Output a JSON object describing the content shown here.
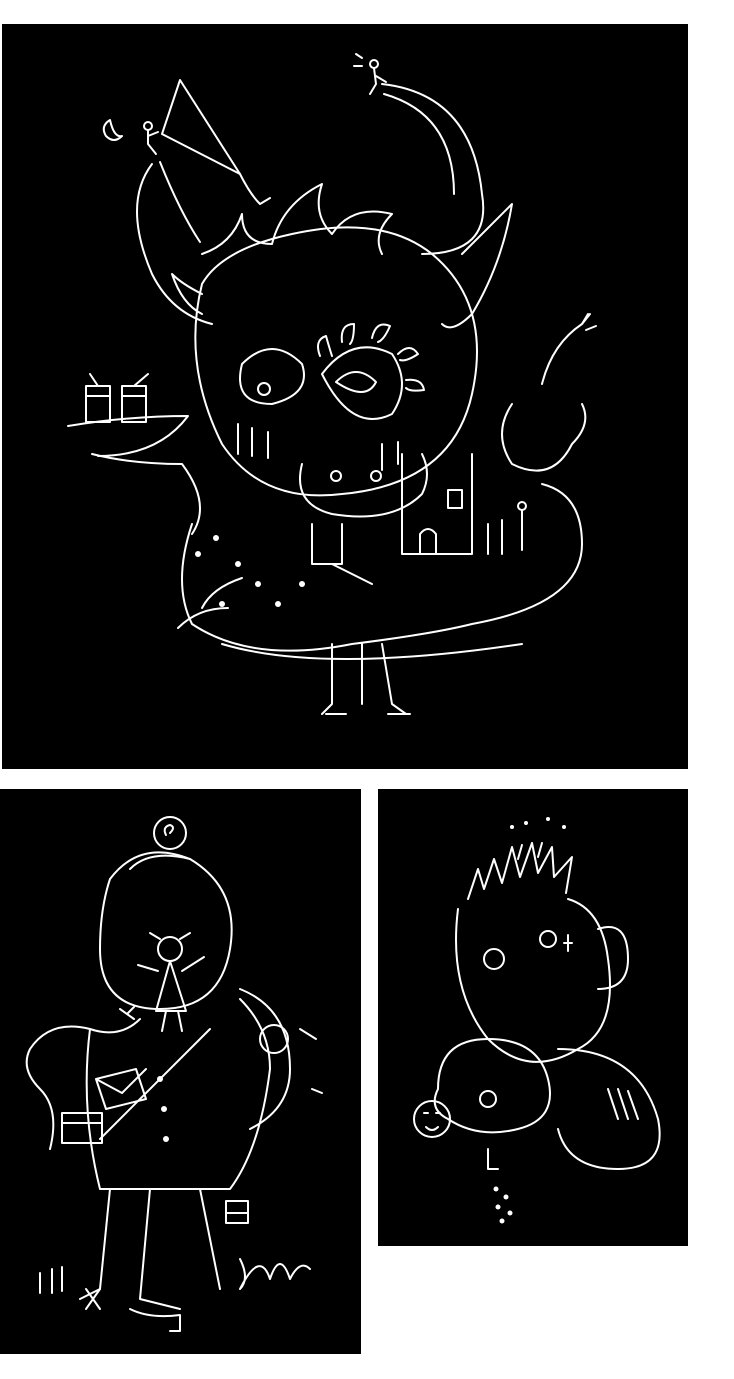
{
  "page": {
    "background_color": "#ffffff"
  },
  "panels": [
    {
      "id": "top",
      "subject": "horned-creature-with-tray",
      "background_color": "#000000",
      "line_color": "#ffffff"
    },
    {
      "id": "bottom-left",
      "subject": "robed-figure-with-child",
      "background_color": "#000000",
      "line_color": "#ffffff"
    },
    {
      "id": "bottom-right",
      "subject": "flame-haired-face-embracing",
      "background_color": "#000000",
      "line_color": "#ffffff"
    }
  ]
}
